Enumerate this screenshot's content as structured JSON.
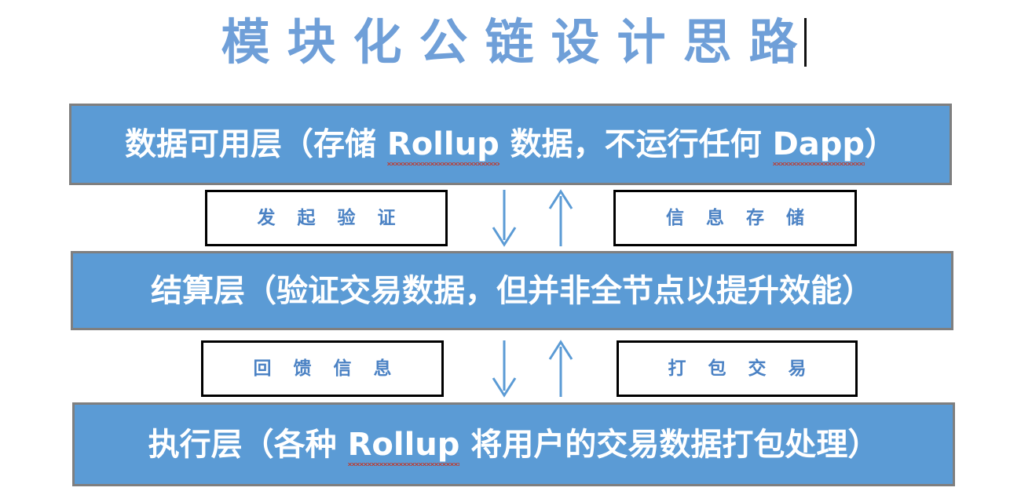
{
  "title": {
    "text": "模块化公链设计思路",
    "caret": true,
    "color": "#6f9fd8"
  },
  "colors": {
    "layer_fill": "#5b9bd5",
    "layer_border": "#7f7f7f",
    "layer_text": "#ffffff",
    "tag_text": "#4b82c4",
    "tag_border": "#000000",
    "arrow": "#5b9bd5",
    "background": "#ffffff",
    "spellcheck_underline": "#c0392b"
  },
  "layers": [
    {
      "id": "data-availability-layer",
      "label": "数据可用层（存储 Rollup 数据，不运行任何 Dapp）",
      "spellcheck_terms": [
        "Rollup",
        "Dapp"
      ]
    },
    {
      "id": "settlement-layer",
      "label": "结算层（验证交易数据，但并非全节点以提升效能）",
      "spellcheck_terms": []
    },
    {
      "id": "execution-layer",
      "label": "执行层（各种 Rollup 将用户的交易数据打包处理）",
      "spellcheck_terms": [
        "Rollup"
      ]
    }
  ],
  "connectors": [
    {
      "id": "connector-da-settlement",
      "left_tag": "发 起 验 证",
      "right_tag": "信 息 存 储",
      "arrow_down": "down-arrow",
      "arrow_up": "up-arrow"
    },
    {
      "id": "connector-settlement-execution",
      "left_tag": "回 馈 信 息",
      "right_tag": "打 包 交 易",
      "arrow_down": "down-arrow",
      "arrow_up": "up-arrow"
    }
  ]
}
